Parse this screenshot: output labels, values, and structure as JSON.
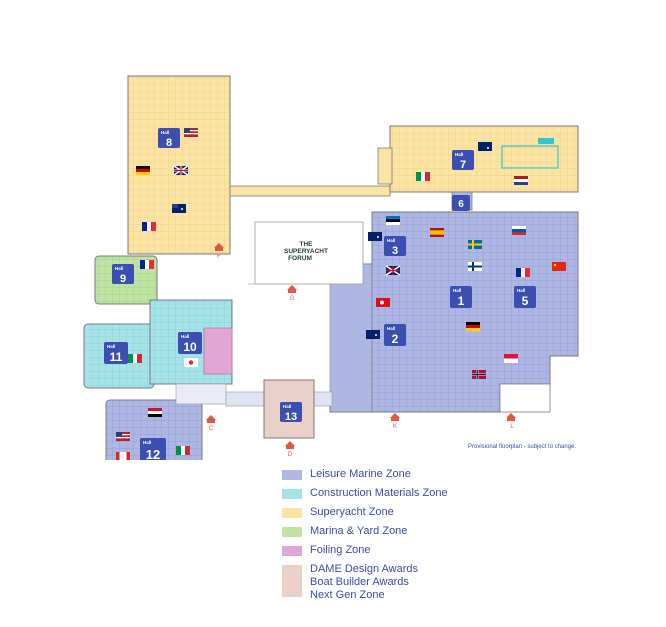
{
  "colors": {
    "leisure": "#aeb7e3",
    "construction": "#a6e3e8",
    "superyacht": "#fbe3a3",
    "marina": "#bfe3a3",
    "foiling": "#e1a6d6",
    "dame": "#ead0c8",
    "hall_badge": "#3b4fb0",
    "entrance": "#e2554a",
    "text": "#3b4da8"
  },
  "forum": {
    "line1": "THE",
    "line2": "SUPERYACHT",
    "line3": "FORUM"
  },
  "halls": [
    {
      "label": "Hall",
      "number": "8"
    },
    {
      "label": "Hall",
      "number": "7"
    },
    {
      "label": "",
      "number": "6"
    },
    {
      "label": "Hall",
      "number": "3"
    },
    {
      "label": "Hall",
      "number": "9"
    },
    {
      "label": "Hall",
      "number": "1"
    },
    {
      "label": "Hall",
      "number": "5"
    },
    {
      "label": "Hall",
      "number": "2"
    },
    {
      "label": "Hall",
      "number": "10"
    },
    {
      "label": "Hall",
      "number": "11"
    },
    {
      "label": "Hall",
      "number": "13"
    },
    {
      "label": "Hall",
      "number": "12"
    }
  ],
  "entrances": [
    "F",
    "G",
    "C",
    "D",
    "K",
    "L"
  ],
  "note": "Provisional floorplan - subject to change.",
  "legend": [
    {
      "zone": "leisure",
      "lines": [
        "Leisure Marine Zone"
      ]
    },
    {
      "zone": "construction",
      "lines": [
        "Construction Materials Zone"
      ]
    },
    {
      "zone": "superyacht",
      "lines": [
        "Superyacht Zone"
      ]
    },
    {
      "zone": "marina",
      "lines": [
        "Marina & Yard Zone"
      ]
    },
    {
      "zone": "foiling",
      "lines": [
        "Foiling Zone"
      ]
    },
    {
      "zone": "dame",
      "lines": [
        "DAME Design Awards",
        "Boat Builder Awards",
        "Next Gen Zone"
      ]
    }
  ]
}
